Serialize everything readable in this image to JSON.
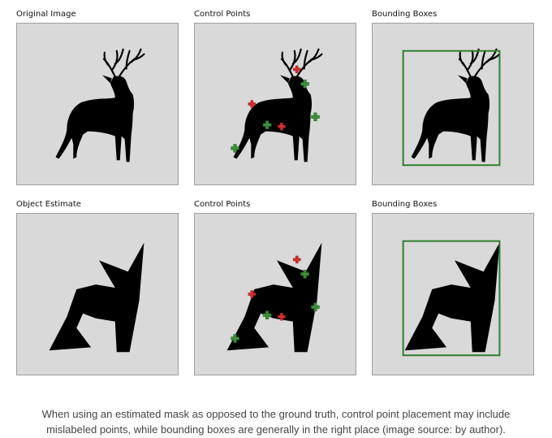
{
  "rows": [
    {
      "titles": [
        "Original Image",
        "Control Points",
        "Bounding Boxes"
      ]
    },
    {
      "titles": [
        "Object Estimate",
        "Control Points",
        "Bounding Boxes"
      ]
    }
  ],
  "colors": {
    "panel_bg": "#d9d9d9",
    "shape": "#000000",
    "positive_point": "#3c8f3c",
    "negative_point": "#d32f2f",
    "bounding_box": "#2e7d2e"
  },
  "caption": {
    "line1": "When using an estimated mask as opposed to the ground truth, control point placement may include",
    "line2": "mislabeled points, while bounding boxes are generally in the right place (image source: by author)."
  }
}
